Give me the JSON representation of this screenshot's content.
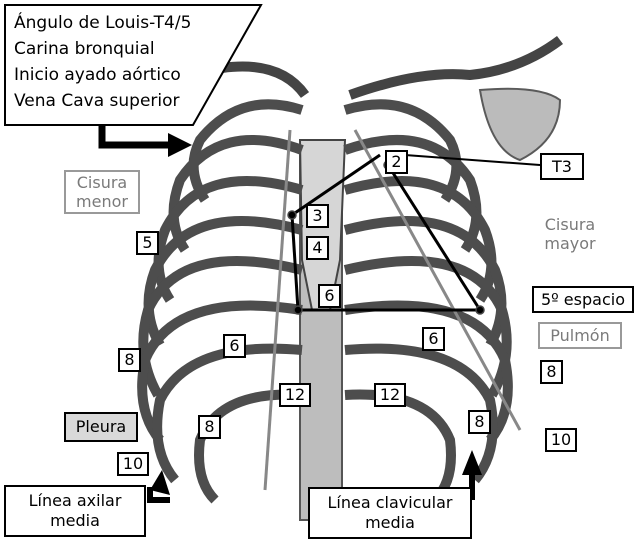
{
  "title_box": "Ángulo de Louis-T4/5\nCarina bronquial\nInicio  ayado aórtico\nVena Cava superior",
  "labels": {
    "cisura_menor": "Cisura\nmenor",
    "cisura_mayor": "Cisura\nmayor",
    "t3": "T3",
    "quinto_espacio": "5º espacio",
    "pulmon": "Pulmón",
    "pleura": "Pleura",
    "linea_axilar_media": "Línea axilar\nmedia",
    "linea_clavicular_media": "Línea clavicular\nmedia"
  },
  "numbers": {
    "n2": "2",
    "n3": "3",
    "n4": "4",
    "n5": "5",
    "n6a": "6",
    "n6b": "6",
    "n6c": "6",
    "n8a": "8",
    "n8b": "8",
    "n8c": "8",
    "n8d": "8",
    "n12a": "12",
    "n12b": "12",
    "n10a": "10",
    "n10b": "10"
  },
  "colors": {
    "bone": "#c9c9c9",
    "bone_edge": "#555555",
    "gray_text": "#7a7a7a",
    "shade": "#d9d9d9"
  }
}
